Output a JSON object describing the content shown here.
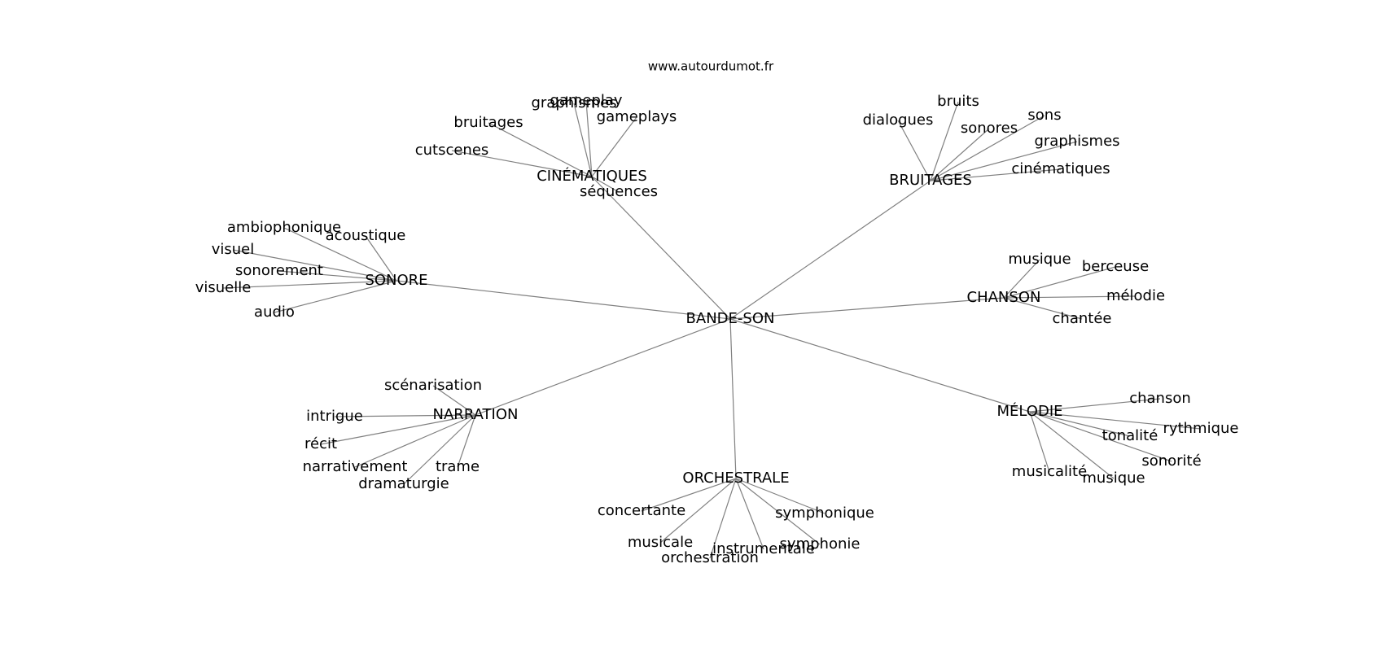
{
  "source": "www.autourdumot.fr",
  "edge_color": "#808080",
  "text_color": "#000000",
  "center": "BANDE-SON",
  "hubs": [
    {
      "id": "cinematiques",
      "label": "CINÉMATIQUES",
      "leaves": [
        "graphismes",
        "gameplay",
        "gameplays",
        "bruitages",
        "cutscenes",
        "séquences"
      ]
    },
    {
      "id": "bruitages",
      "label": "BRUITAGES",
      "leaves": [
        "bruits",
        "dialogues",
        "sonores",
        "sons",
        "graphismes",
        "cinématiques"
      ]
    },
    {
      "id": "sonore",
      "label": "SONORE",
      "leaves": [
        "ambiophonique",
        "acoustique",
        "visuel",
        "sonorement",
        "visuelle",
        "audio"
      ]
    },
    {
      "id": "chanson",
      "label": "CHANSON",
      "leaves": [
        "musique",
        "berceuse",
        "mélodie",
        "chantée"
      ]
    },
    {
      "id": "narration",
      "label": "NARRATION",
      "leaves": [
        "scénarisation",
        "intrigue",
        "récit",
        "narrativement",
        "trame",
        "dramaturgie"
      ]
    },
    {
      "id": "melodie",
      "label": "MÉLODIE",
      "leaves": [
        "chanson",
        "rythmique",
        "tonalité",
        "sonorité",
        "musicalité",
        "musique"
      ]
    },
    {
      "id": "orchestrale",
      "label": "ORCHESTRALE",
      "leaves": [
        "concertante",
        "symphonique",
        "musicale",
        "instrumentale",
        "symphonie",
        "orchestration"
      ]
    }
  ]
}
